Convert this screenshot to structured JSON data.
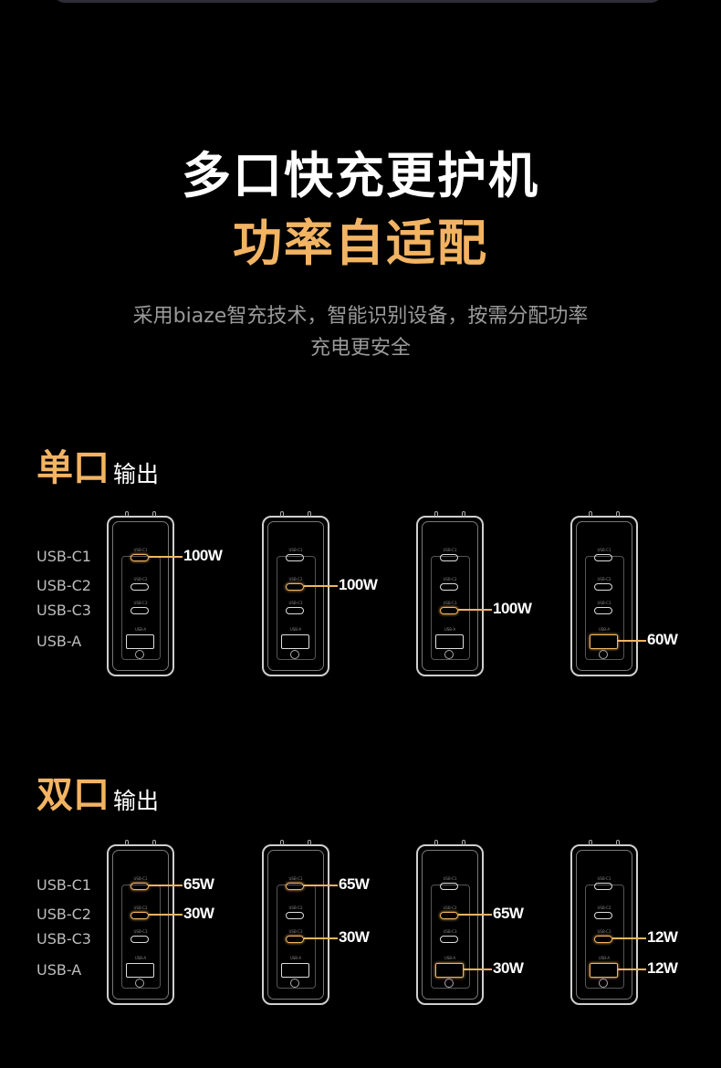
{
  "headline": {
    "line1": "多口快充更护机",
    "line2": "功率自适配"
  },
  "subtitle": {
    "line1": "采用biaze智充技术，智能识别设备，按需分配功率",
    "line2": "充电更安全"
  },
  "port_labels": [
    "USB-C1",
    "USB-C2",
    "USB-C3",
    "USB-A"
  ],
  "port_tiny_labels": [
    "USB-C1",
    "USB-C2",
    "USB-C3",
    "USB-A"
  ],
  "accent": "#f2b463",
  "sections": [
    {
      "title_big": "单口",
      "title_small": "输出",
      "chargers": [
        {
          "outputs": [
            {
              "port": 0,
              "watts": "100W"
            }
          ]
        },
        {
          "outputs": [
            {
              "port": 1,
              "watts": "100W"
            }
          ]
        },
        {
          "outputs": [
            {
              "port": 2,
              "watts": "100W"
            }
          ]
        },
        {
          "outputs": [
            {
              "port": 3,
              "watts": "60W"
            }
          ]
        }
      ]
    },
    {
      "title_big": "双口",
      "title_small": "输出",
      "chargers": [
        {
          "outputs": [
            {
              "port": 0,
              "watts": "65W"
            },
            {
              "port": 1,
              "watts": "30W"
            }
          ]
        },
        {
          "outputs": [
            {
              "port": 0,
              "watts": "65W"
            },
            {
              "port": 2,
              "watts": "30W"
            }
          ]
        },
        {
          "outputs": [
            {
              "port": 1,
              "watts": "65W"
            },
            {
              "port": 3,
              "watts": "30W"
            }
          ]
        },
        {
          "outputs": [
            {
              "port": 2,
              "watts": "12W"
            },
            {
              "port": 3,
              "watts": "12W"
            }
          ]
        }
      ]
    }
  ]
}
